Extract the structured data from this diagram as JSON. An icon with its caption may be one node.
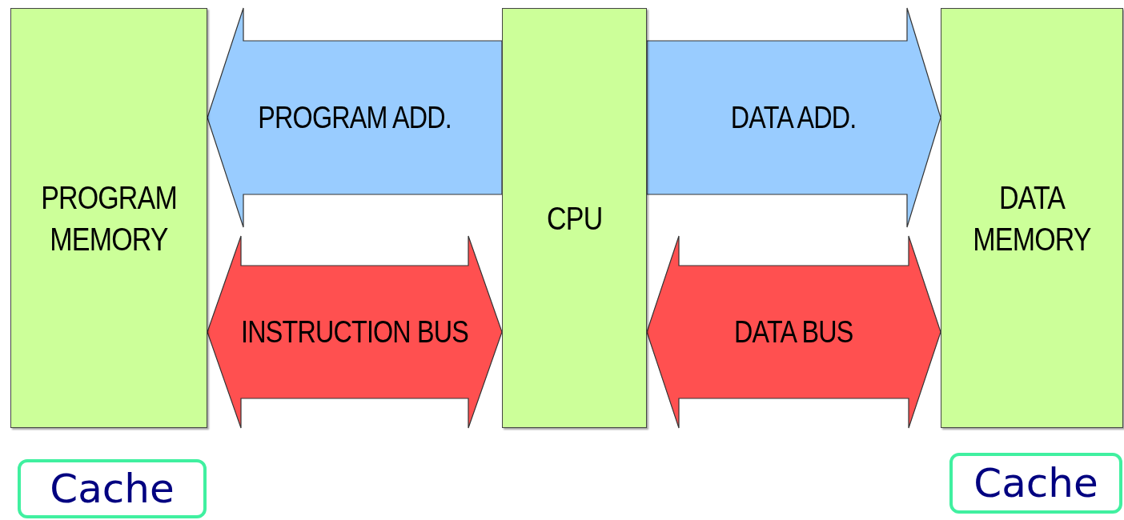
{
  "diagram": {
    "nodes": [
      {
        "text": [
          "PROGRAM MEMORY"
        ]
      },
      {
        "text": [
          "CPU"
        ]
      },
      {
        "text": [
          "DATA MEMORY"
        ]
      },
      {
        "text": [
          "Cache"
        ]
      },
      {
        "text": [
          "Cache"
        ]
      }
    ],
    "edges": [
      {
        "from": 1,
        "to": 0,
        "arrow": "to",
        "label": "PROGRAM ADD.",
        "color": "#99ccff"
      },
      {
        "from": 0,
        "to": 1,
        "arrow": "both",
        "label": "INSTRUCTION BUS",
        "color": "#ff5050"
      },
      {
        "from": 1,
        "to": 2,
        "arrow": "to",
        "label": "DATA ADD.",
        "color": "#99ccff"
      },
      {
        "from": 1,
        "to": 2,
        "arrow": "both",
        "label": "DATA BUS",
        "color": "#ff5050"
      }
    ]
  }
}
